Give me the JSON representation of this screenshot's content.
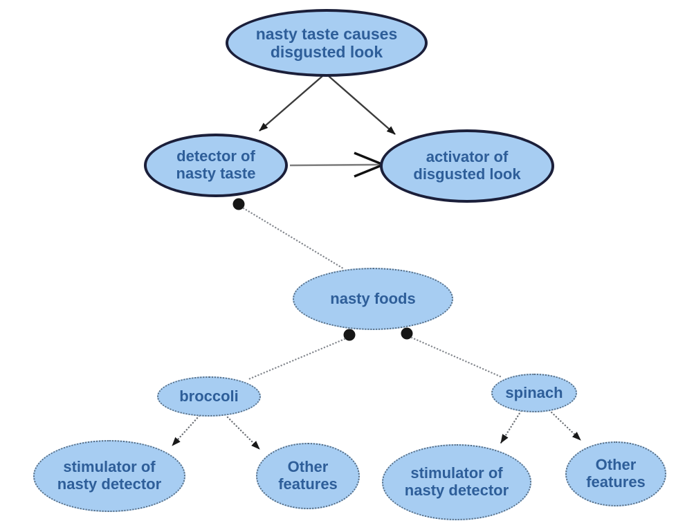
{
  "diagram": {
    "title": "nasty taste concept network",
    "colors": {
      "background": "#ffffff",
      "node_fill": "#a7cdf2",
      "solid_border": "#1b1f3a",
      "dotted_border": "#566b80",
      "text": "#2e5e99",
      "solid_edge": "#3c3c3c",
      "dotted_edge": "#85898f",
      "arrowhead": "#191919"
    },
    "nodes": {
      "root": {
        "label": "nasty taste causes\ndisgusted look",
        "border": "solid"
      },
      "detector": {
        "label": "detector of\nnasty taste",
        "border": "solid"
      },
      "activator": {
        "label": "activator of\ndisgusted look",
        "border": "solid"
      },
      "nasty_foods": {
        "label": "nasty foods",
        "border": "dotted"
      },
      "broccoli": {
        "label": "broccoli",
        "border": "dotted"
      },
      "spinach": {
        "label": "spinach",
        "border": "dotted"
      },
      "stimulator_left": {
        "label": "stimulator of\nnasty detector",
        "border": "dotted"
      },
      "other_left": {
        "label": "Other\nfeatures",
        "border": "dotted"
      },
      "stimulator_right": {
        "label": "stimulator of\nnasty detector",
        "border": "dotted"
      },
      "other_right": {
        "label": "Other\nfeatures",
        "border": "dotted"
      }
    },
    "edges": [
      {
        "from": "root",
        "to": "detector",
        "style": "solid",
        "head": "filled-arrow"
      },
      {
        "from": "root",
        "to": "activator",
        "style": "solid",
        "head": "filled-arrow"
      },
      {
        "from": "detector",
        "to": "activator",
        "style": "solid-gray",
        "head": "open-chevron"
      },
      {
        "from": "detector",
        "to": "nasty_foods",
        "style": "dotted",
        "origin": "filled-ball",
        "head": "none"
      },
      {
        "from": "nasty_foods",
        "to": "broccoli",
        "style": "dotted",
        "origin": "filled-ball",
        "head": "none"
      },
      {
        "from": "nasty_foods",
        "to": "spinach",
        "style": "dotted",
        "origin": "filled-ball",
        "head": "none"
      },
      {
        "from": "broccoli",
        "to": "stimulator_left",
        "style": "dotted",
        "head": "filled-arrow"
      },
      {
        "from": "broccoli",
        "to": "other_left",
        "style": "dotted",
        "head": "filled-arrow"
      },
      {
        "from": "spinach",
        "to": "stimulator_right",
        "style": "dotted",
        "head": "filled-arrow"
      },
      {
        "from": "spinach",
        "to": "other_right",
        "style": "dotted",
        "head": "filled-arrow"
      }
    ]
  }
}
